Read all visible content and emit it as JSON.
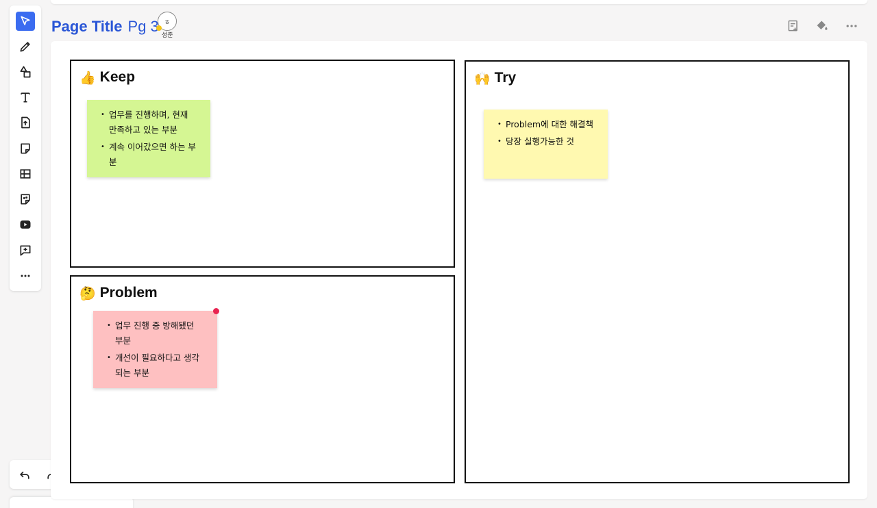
{
  "header": {
    "title": "Page Title",
    "page_label": "Pg 3",
    "avatar_face": "ㅎ",
    "avatar_name": "성준"
  },
  "toolbar": {
    "tools": [
      {
        "icon": "cursor-icon",
        "active": true
      },
      {
        "icon": "pen-icon"
      },
      {
        "icon": "shapes-icon"
      },
      {
        "icon": "text-icon"
      },
      {
        "icon": "upload-icon"
      },
      {
        "icon": "sticky-note-icon"
      },
      {
        "icon": "table-icon"
      },
      {
        "icon": "sticky-note-dotted-icon"
      },
      {
        "icon": "video-icon"
      },
      {
        "icon": "add-comment-icon"
      },
      {
        "icon": "more-icon"
      }
    ],
    "accent": "#3b6cf0"
  },
  "frames": {
    "keep": {
      "emoji": "👍",
      "title": "Keep",
      "note_color": "#d5f693",
      "items": [
        "업무를 진행하며, 현재 만족하고 있는 부분",
        "계속 이어갔으면 하는 부분"
      ]
    },
    "problem": {
      "emoji": "🤔",
      "title": "Problem",
      "note_color": "#fec0c1",
      "items": [
        "업무 진행 중 방해됐던 부분",
        "개선이 필요하다고 생각되는 부분"
      ]
    },
    "try": {
      "emoji": "🙌",
      "title": "Try",
      "note_color": "#fff9b0",
      "items": [
        "Problem에 대한 해결책",
        "당장 실행가능한 것"
      ]
    }
  },
  "colors": {
    "title_blue": "#2a56d6",
    "selection_dot": "#e82350"
  }
}
